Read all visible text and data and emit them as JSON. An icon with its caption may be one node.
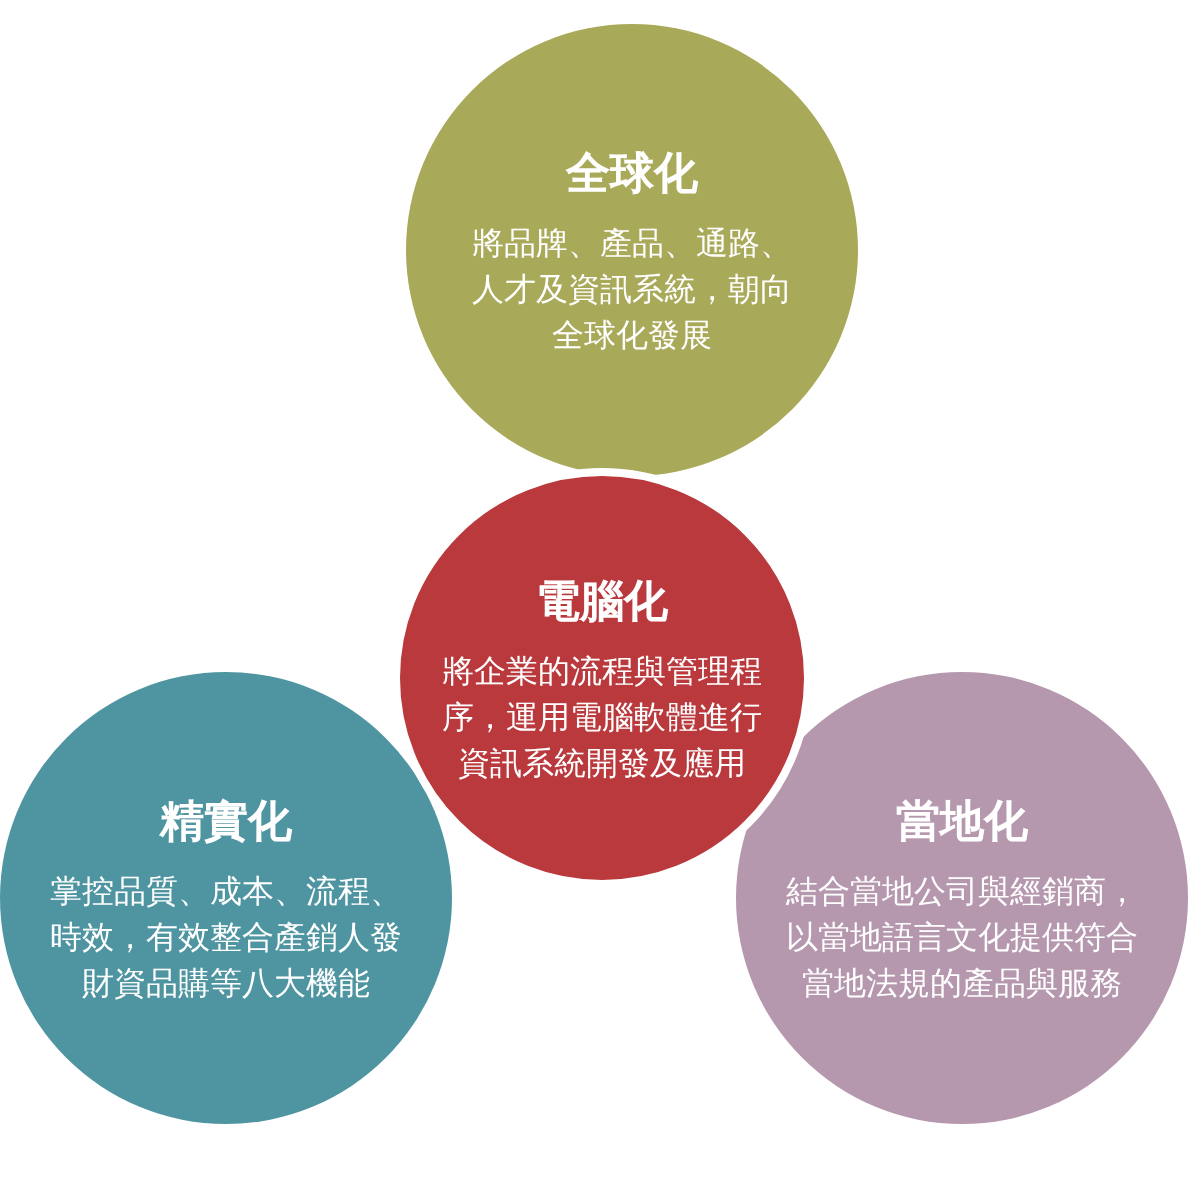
{
  "diagram": {
    "nodes": [
      {
        "text": [
          "全球化",
          "將品牌、產品、通路、人才及資訊系統，朝向全球化發展"
        ]
      },
      {
        "text": [
          "電腦化",
          "將企業的流程與管理程序，運用電腦軟體進行資訊系統開發及應用"
        ]
      },
      {
        "text": [
          "精實化",
          "掌控品質、成本、流程、時效，有效整合產銷人發財資品購等八大機能"
        ]
      },
      {
        "text": [
          "當地化",
          "結合當地公司與經銷商，以當地語言文化提供符合當地法規的產品與服務"
        ]
      }
    ]
  }
}
